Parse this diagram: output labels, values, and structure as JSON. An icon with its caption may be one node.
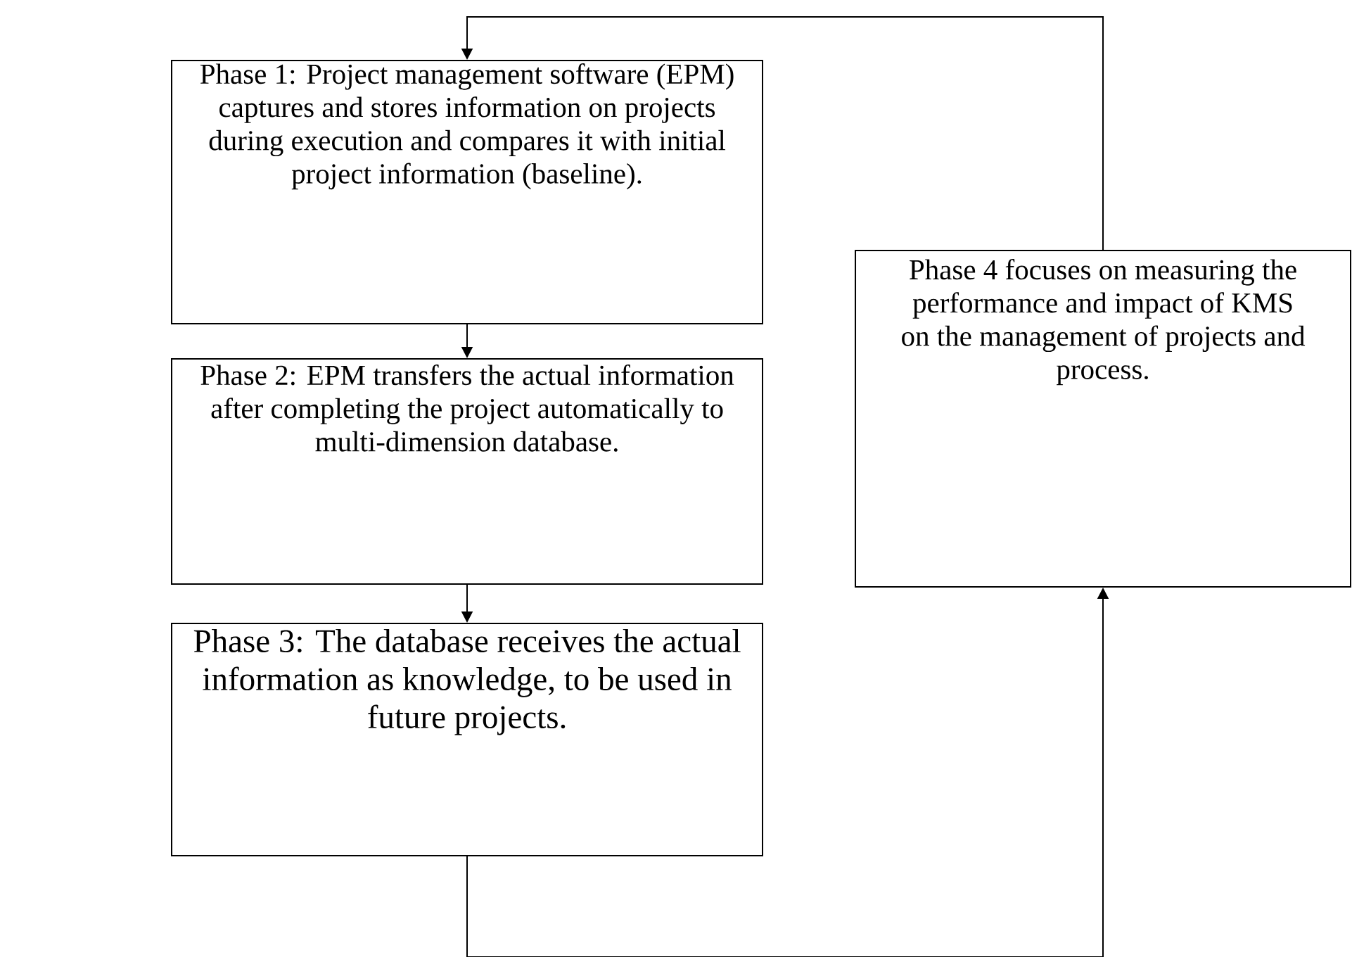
{
  "diagram": {
    "nodes": [
      {
        "text": [
          "Phase 1: Project management software (EPM) captures and stores information on projects during execution and compares it with initial project information (baseline)."
        ]
      },
      {
        "text": [
          "Phase 2: EPM transfers the actual information after completing the project automatically to multi-dimension database."
        ]
      },
      {
        "text": [
          "Phase 3: The database receives the actual information as knowledge, to be used in future projects."
        ]
      },
      {
        "text": [
          "Phase 4 focuses on measuring the performance and impact of KMS on the management of projects and process."
        ]
      }
    ],
    "edges": [
      {
        "from": 0,
        "to": 1,
        "arrow": "to"
      },
      {
        "from": 1,
        "to": 2,
        "arrow": "to"
      },
      {
        "from": 2,
        "to": 3,
        "arrow": "to"
      },
      {
        "from": 3,
        "to": 0,
        "arrow": "to"
      }
    ]
  }
}
